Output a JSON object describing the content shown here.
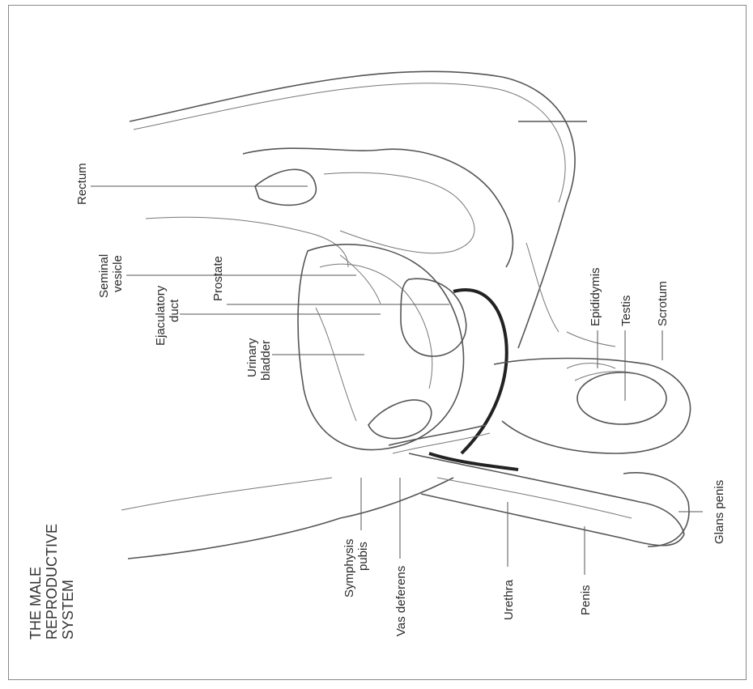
{
  "title": {
    "line1": "THE MALE",
    "line2": "REPRODUCTIVE",
    "line3": "SYSTEM"
  },
  "labels": {
    "rectum": "Rectum",
    "seminal_vesicle_1": "Seminal",
    "seminal_vesicle_2": "vesicle",
    "ejaculatory_duct_1": "Ejaculatory",
    "ejaculatory_duct_2": "duct",
    "prostate": "Prostate",
    "urinary_bladder_1": "Urinary",
    "urinary_bladder_2": "bladder",
    "epididymis": "Epididymis",
    "testis": "Testis",
    "scrotum": "Scrotum",
    "glans_penis": "Glans penis",
    "symphysis_pubis_1": "Symphysis",
    "symphysis_pubis_2": "pubis",
    "vas_deferens": "Vas deferens",
    "urethra": "Urethra",
    "penis": "Penis"
  }
}
